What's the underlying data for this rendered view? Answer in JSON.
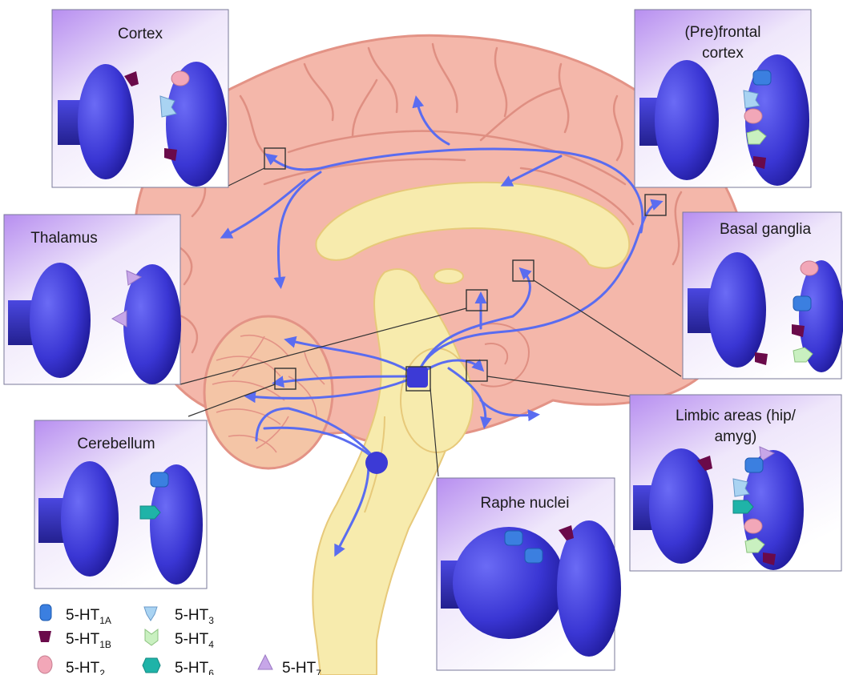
{
  "regions": {
    "cortex": "Cortex",
    "prefrontal": [
      "(Pre)frontal",
      "cortex"
    ],
    "thalamus": "Thalamus",
    "basal_ganglia": "Basal ganglia",
    "cerebellum": "Cerebellum",
    "limbic": [
      "Limbic areas (hip/",
      "amyg)"
    ],
    "raphe": "Raphe nuclei"
  },
  "legend": [
    {
      "base": "5-HT",
      "sub": "1A",
      "color": "#3b7fe0",
      "shape": "cylinder"
    },
    {
      "base": "5-HT",
      "sub": "1B",
      "color": "#6a0a4a",
      "shape": "cup"
    },
    {
      "base": "5-HT",
      "sub": "2",
      "color": "#f2a7b8",
      "shape": "oval"
    },
    {
      "base": "5-HT",
      "sub": "3",
      "color": "#a9d3f2",
      "shape": "chevron"
    },
    {
      "base": "5-HT",
      "sub": "4",
      "color": "#c9f0c0",
      "shape": "arrow"
    },
    {
      "base": "5-HT",
      "sub": "6",
      "color": "#1fb3a8",
      "shape": "hexagon"
    },
    {
      "base": "5-HT",
      "sub": "7",
      "color": "#c7a6e8",
      "shape": "triangle"
    }
  ],
  "colors": {
    "brain": "#f4b7aa",
    "brain_edge": "#e39386",
    "inner": "#f7ebad",
    "pathway": "#5a6cf0",
    "neuron": "#3c3ad6",
    "box_top": "#b990ee"
  }
}
